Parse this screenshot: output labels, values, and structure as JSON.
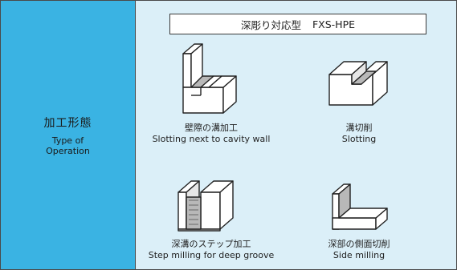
{
  "side": {
    "title_ja": "加工形態",
    "title_en": "Type of\nOperation"
  },
  "header": {
    "title_ja": "深彫り対応型",
    "model": "FXS-HPE"
  },
  "operations": [
    {
      "icon": "slotting-wall-icon",
      "label_ja": "壁際の溝加工",
      "label_en": "Slotting next to cavity wall"
    },
    {
      "icon": "slotting-icon",
      "label_ja": "溝切削",
      "label_en": "Slotting"
    },
    {
      "icon": "step-milling-icon",
      "label_ja": "深溝のステップ加工",
      "label_en": "Step milling for deep groove"
    },
    {
      "icon": "side-milling-icon",
      "label_ja": "深部の側面切削",
      "label_en": "Side milling"
    }
  ],
  "colors": {
    "side_bg": "#3ab3e3",
    "main_bg": "#dbeff8",
    "cut_fill": "#b8b8b8"
  }
}
